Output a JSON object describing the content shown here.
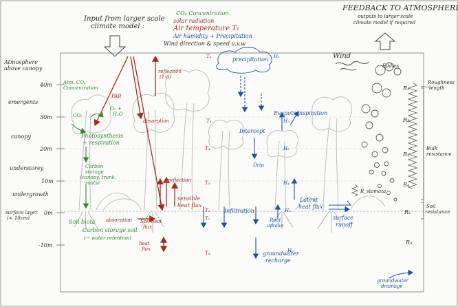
{
  "header": {
    "input_title": [
      "Input from larger scale",
      "climate model :"
    ],
    "input_vars": [
      {
        "text": "CO₂ Concentration",
        "color": "green"
      },
      {
        "text": "solar radiation",
        "color": "red"
      },
      {
        "text": "Air temperature T₁",
        "color": "red"
      },
      {
        "text": "Air humidity + Precipitation",
        "color": "blue"
      },
      {
        "text": "Wind direction & speed u,v,w",
        "color": "black"
      }
    ],
    "feedback_title": "FEEDBACK TO ATMOSPHERE",
    "feedback_sub": [
      "outputs to larger scale",
      "climate model if required"
    ]
  },
  "layers": [
    {
      "label": "Atmosphere",
      "sub": "above canopy"
    },
    {
      "label": "emergents"
    },
    {
      "label": "canopy"
    },
    {
      "label": "understorey"
    },
    {
      "label": "undergrowth"
    },
    {
      "label": "surface layer",
      "sub": "(< 10cm)"
    }
  ],
  "heights": [
    "40m",
    "30m",
    "20m",
    "10m",
    "0m",
    "-10m"
  ],
  "carbon": {
    "atm_co2": [
      "Atm. CO₂",
      "Concentration"
    ],
    "co2": "CO₂",
    "o2_h2o": [
      "O₂ +",
      "H₂O"
    ],
    "par": "PAR",
    "photosynthesis": [
      "Photosynthesis",
      "+ respiration"
    ],
    "carbon_storage": [
      "Carbon",
      "storage",
      "(canopy, trunk,",
      "roots)"
    ],
    "soil_biota": "Soil biota",
    "carbon_storage_soil": "Carbon storage soil",
    "water_retention": "(→ water retention)"
  },
  "energy": {
    "reflection_top": [
      "reflection",
      "(1-α)"
    ],
    "absorption_canopy": "absorption",
    "reflection_mid": "reflection",
    "absorption_soil": "absorption",
    "soil_heat_flux": [
      "Soil heat",
      "flux"
    ],
    "sensible_heat_flux": [
      "sensible",
      "heat flux"
    ],
    "heat_flux": [
      "heat",
      "flux"
    ]
  },
  "temps": [
    "T₂",
    "T₃",
    "T₄",
    "T₅",
    "T₆",
    "T₇",
    "T₈"
  ],
  "water": {
    "precipitation": "precipitation",
    "evapotranspiration": "Evapotranspiration",
    "intercept": "Intercept",
    "drip": "Drip",
    "infiltration": "Infiltration",
    "root_uptake": [
      "Root",
      "uptake"
    ],
    "latent_heat_flux": [
      "Latent",
      "heat flux"
    ],
    "surface_runoff": [
      "surface",
      "runoff"
    ],
    "groundwater_recharge": [
      "groundwater",
      "recharge"
    ],
    "groundwater_drainage": [
      "groundwater",
      "drainage"
    ],
    "humidity_marks": [
      "H₁",
      "H₂",
      "H₃",
      "H₄",
      "H₅",
      "H₆"
    ]
  },
  "wind": {
    "wind": "Wind",
    "eddies": "Eddies",
    "roughness": [
      "Roughness",
      "length"
    ],
    "resistances": [
      "R₁",
      "R₂",
      "R₃",
      "R₄"
    ],
    "r_stomata": "R_stomata",
    "r_soil": "Rₛ",
    "r_ground": "R₉",
    "bulk_resistance": [
      "Bulk",
      "resistance"
    ],
    "soil_resistance": [
      "Soil",
      "resistance"
    ]
  },
  "colors": {
    "red": "#a52a1f",
    "green": "#2d8b2d",
    "blue": "#1f4f9e",
    "ink": "#2b2b2b"
  }
}
